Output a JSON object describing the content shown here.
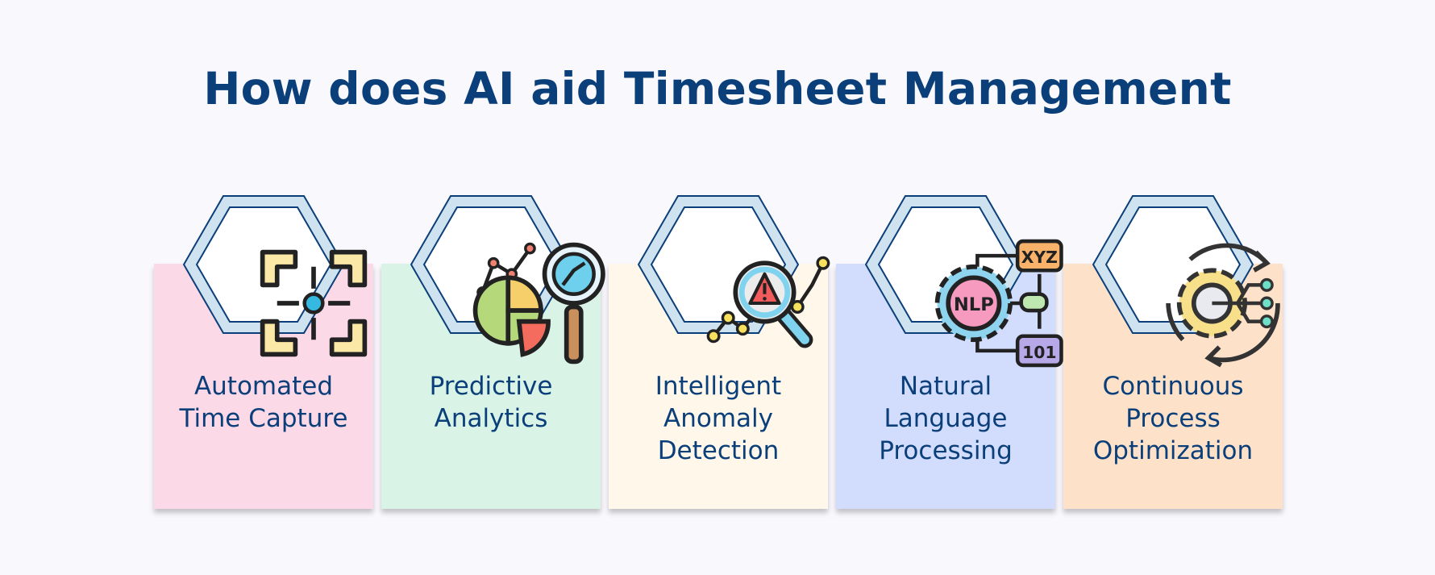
{
  "title": "How does AI aid Timesheet Management",
  "colors": {
    "title": "#0b3f7a",
    "hex_outer": "#cfe2f0",
    "hex_stroke": "#0b3f7a",
    "background": "#f9f8fd"
  },
  "cards": [
    {
      "icon": "focus-target-icon",
      "lines": [
        "Automated",
        "Time Capture"
      ],
      "bg": "#fcd9e7"
    },
    {
      "icon": "analytics-magnifier-pie-icon",
      "lines": [
        "Predictive",
        "Analytics"
      ],
      "bg": "#d9f3e6"
    },
    {
      "icon": "anomaly-magnifier-warning-icon",
      "lines": [
        "Intelligent",
        "Anomaly",
        "Detection"
      ],
      "bg": "#fef7ea"
    },
    {
      "icon": "nlp-gear-icon",
      "lines": [
        "Natural",
        "Language",
        "Processing"
      ],
      "bg": "#d2dcfd"
    },
    {
      "icon": "process-gear-cycle-icon",
      "lines": [
        "Continuous",
        "Process",
        "Optimization"
      ],
      "bg": "#fde1c9"
    }
  ]
}
